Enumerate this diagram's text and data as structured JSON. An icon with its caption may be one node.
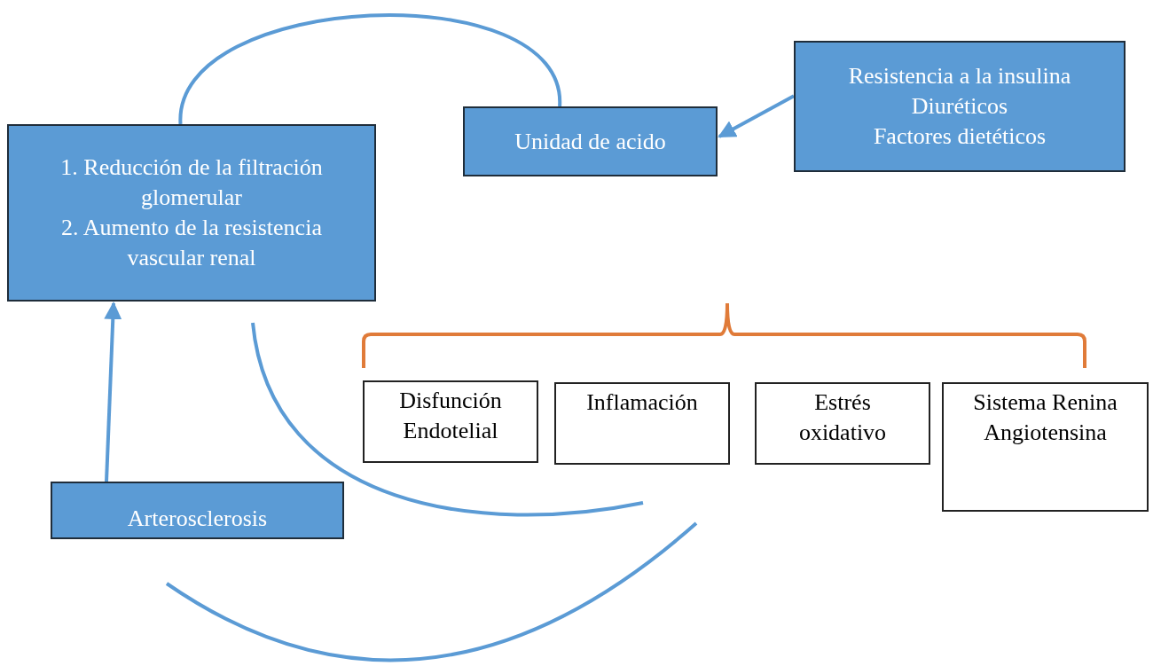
{
  "diagram": {
    "nodes": [
      {
        "text": [
          "1. Reducción de la filtración glomerular",
          "2. Aumento de la resistencia vascular renal"
        ]
      },
      {
        "text": [
          "Unidad de acido"
        ]
      },
      {
        "text": [
          "Resistencia a la insulina",
          "Diuréticos",
          "Factores dietéticos"
        ]
      },
      {
        "text": [
          "Arterosclerosis"
        ]
      },
      {
        "text": [
          "Disfunción Endotelial"
        ]
      },
      {
        "text": [
          "Inflamación"
        ]
      },
      {
        "text": [
          "Estrés oxidativo"
        ]
      },
      {
        "text": [
          "Sistema Renina Angiotensina"
        ]
      }
    ],
    "edges": [
      {
        "from": 0,
        "to": 1,
        "arrow": "none"
      },
      {
        "from": 2,
        "to": 1,
        "arrow": "to"
      },
      {
        "from": 3,
        "to": 0,
        "arrow": "to"
      },
      {
        "from": 0,
        "to": null,
        "arrow": "none"
      }
    ]
  }
}
